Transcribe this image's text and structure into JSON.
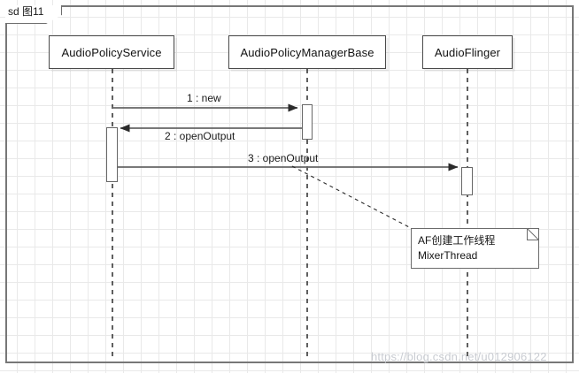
{
  "frame": {
    "kind_label": "sd",
    "name": "图11",
    "header": "sd 图11"
  },
  "lifelines": [
    {
      "id": "audio-policy-service",
      "label": "AudioPolicyService"
    },
    {
      "id": "audio-policy-manager-base",
      "label": "AudioPolicyManagerBase"
    },
    {
      "id": "audio-flinger",
      "label": "AudioFlinger"
    }
  ],
  "messages": [
    {
      "seq": "1",
      "name": "new",
      "label": "1 : new",
      "from": "AudioPolicyService",
      "to": "AudioPolicyManagerBase",
      "direction": "right",
      "style": "solid",
      "arrow": "filled"
    },
    {
      "seq": "2",
      "name": "openOutput",
      "label": "2 : openOutput",
      "from": "AudioPolicyManagerBase",
      "to": "AudioPolicyService",
      "direction": "left",
      "style": "solid",
      "arrow": "filled"
    },
    {
      "seq": "3",
      "name": "openOutput",
      "label": "3 : openOutput",
      "from": "AudioPolicyService",
      "to": "AudioFlinger",
      "direction": "right",
      "style": "solid",
      "arrow": "filled"
    }
  ],
  "note": {
    "line1": "AF创建工作线程",
    "line2": "MixerThread",
    "anchored_to": "3 : openOutput"
  },
  "watermark": {
    "text": "https://blog.csdn.net/u012906122"
  },
  "colors": {
    "frame_border": "#777777",
    "box_border": "#4a4a4a",
    "line": "#666666",
    "grid": "#e9e9e9",
    "background": "#ffffff",
    "text": "#111111",
    "watermark": "#c9ccd2"
  }
}
